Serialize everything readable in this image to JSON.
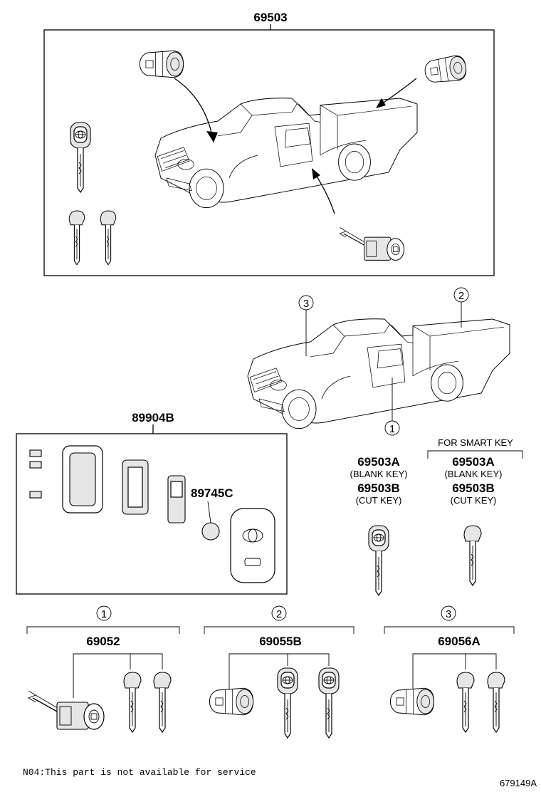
{
  "labels": {
    "top_part": "69503",
    "remote_kit": "89904B",
    "battery": "89745C",
    "key_left_a": "69503A",
    "key_left_a_note": "(BLANK KEY)",
    "key_left_b": "69503B",
    "key_left_b_note": "(CUT KEY)",
    "smart_key_heading": "FOR SMART KEY",
    "key_right_a": "69503A",
    "key_right_a_note": "(BLANK KEY)",
    "key_right_b": "69503B",
    "key_right_b_note": "(CUT KEY)",
    "group1_part": "69052",
    "group2_part": "69055B",
    "group3_part": "69056A",
    "footnote": "N04:This part is not available for service",
    "figure_id": "679149A"
  },
  "callouts": {
    "truck_door": "1",
    "truck_bed": "2",
    "truck_hood": "3",
    "group1": "1",
    "group2": "2",
    "group3": "3"
  }
}
